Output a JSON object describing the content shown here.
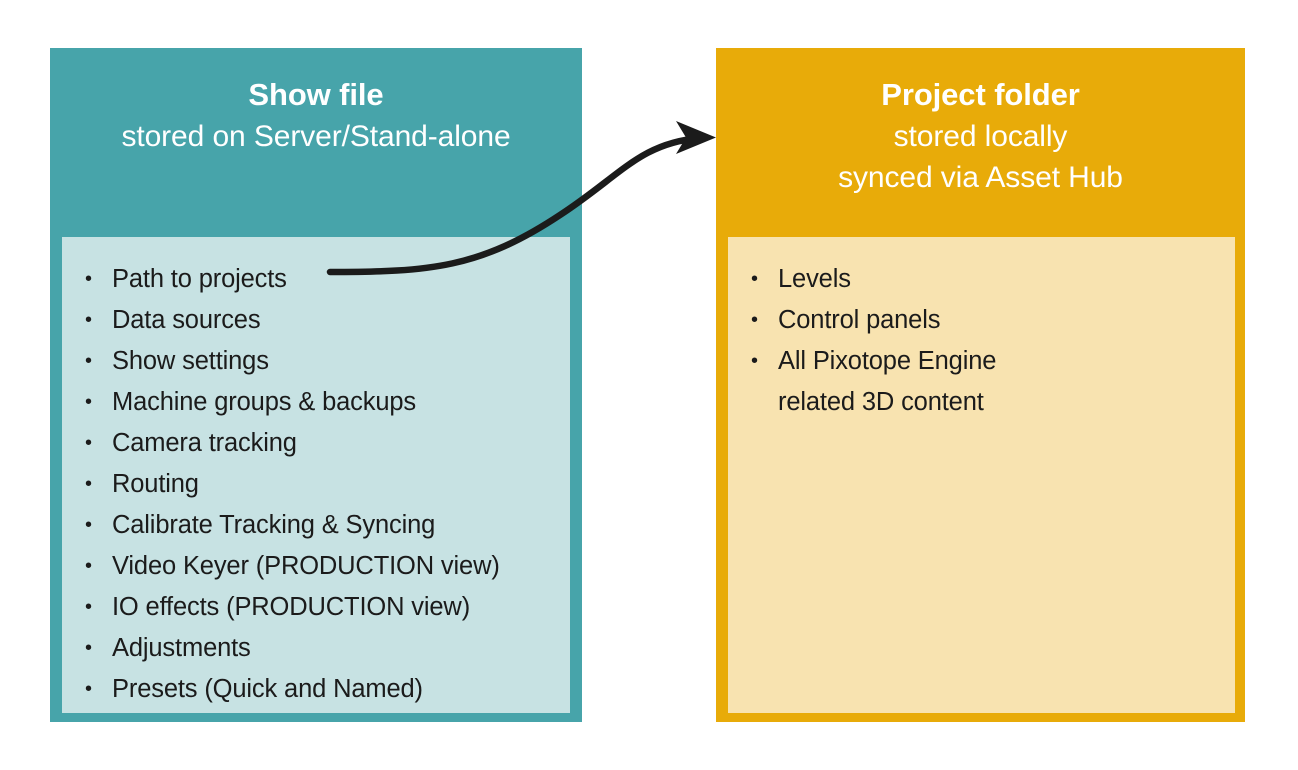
{
  "diagram": {
    "title_hidden": "",
    "left_panel": {
      "header_title": "Show file",
      "header_subtitle": "stored on Server/Stand-alone",
      "accent_color": "#47A4AA",
      "inner_color": "#C7E2E3",
      "items": [
        "Path to projects",
        "Data sources",
        "Show settings",
        "Machine groups & backups",
        "Camera tracking",
        "Routing",
        "Calibrate Tracking & Syncing",
        "Video Keyer (PRODUCTION view)",
        "IO effects (PRODUCTION view)",
        "Adjustments",
        "Presets (Quick and Named)"
      ]
    },
    "right_panel": {
      "header_title": "Project folder",
      "header_subtitle_line1": "stored locally",
      "header_subtitle_line2": "synced via Asset Hub",
      "accent_color": "#E8AB09",
      "inner_color": "#F8E3B0",
      "items": [
        "Levels",
        "Control panels",
        "All Pixotope Engine\nrelated 3D content"
      ]
    },
    "connector": {
      "icon": "curved-arrow-icon",
      "color": "#1b1b1b",
      "from_label": "Path to projects",
      "to_label": "Project folder"
    }
  }
}
